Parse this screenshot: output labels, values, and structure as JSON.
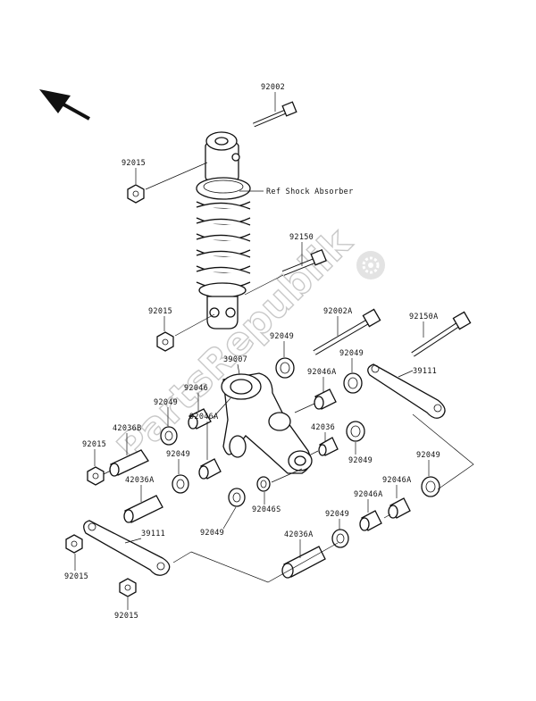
{
  "watermark": {
    "text": "PartsRepublik",
    "icon": "gear-icon"
  },
  "direction_arrow": {
    "icon": "front-direction-arrow-icon"
  },
  "ref_note": "Ref Shock Absorber",
  "labels": {
    "l92002": "92002",
    "l92015_a": "92015",
    "l92150": "92150",
    "l92015_b": "92015",
    "l92002A": "92002A",
    "l92150A": "92150A",
    "l92049_a": "92049",
    "l92049_b": "92049",
    "l39007": "39007",
    "l39111_a": "39111",
    "l92046_a": "92046",
    "l92046A_a": "92046A",
    "l92049_c": "92049",
    "l42036B": "42036B",
    "l92015_c": "92015",
    "l92046A_b": "92046A",
    "l42036_a": "42036",
    "l92049_d": "92049",
    "l92049_e": "92049",
    "l42036A_a": "42036A",
    "l92049_f": "92049",
    "l92046A_c": "92046A",
    "l92046A_d": "92046A",
    "l92049_g": "92049",
    "l92046S": "92046S",
    "l39111_b": "39111",
    "l92015_d": "92015",
    "l92049_h": "92049",
    "l42036A_b": "42036A",
    "l92015_e": "92015"
  }
}
